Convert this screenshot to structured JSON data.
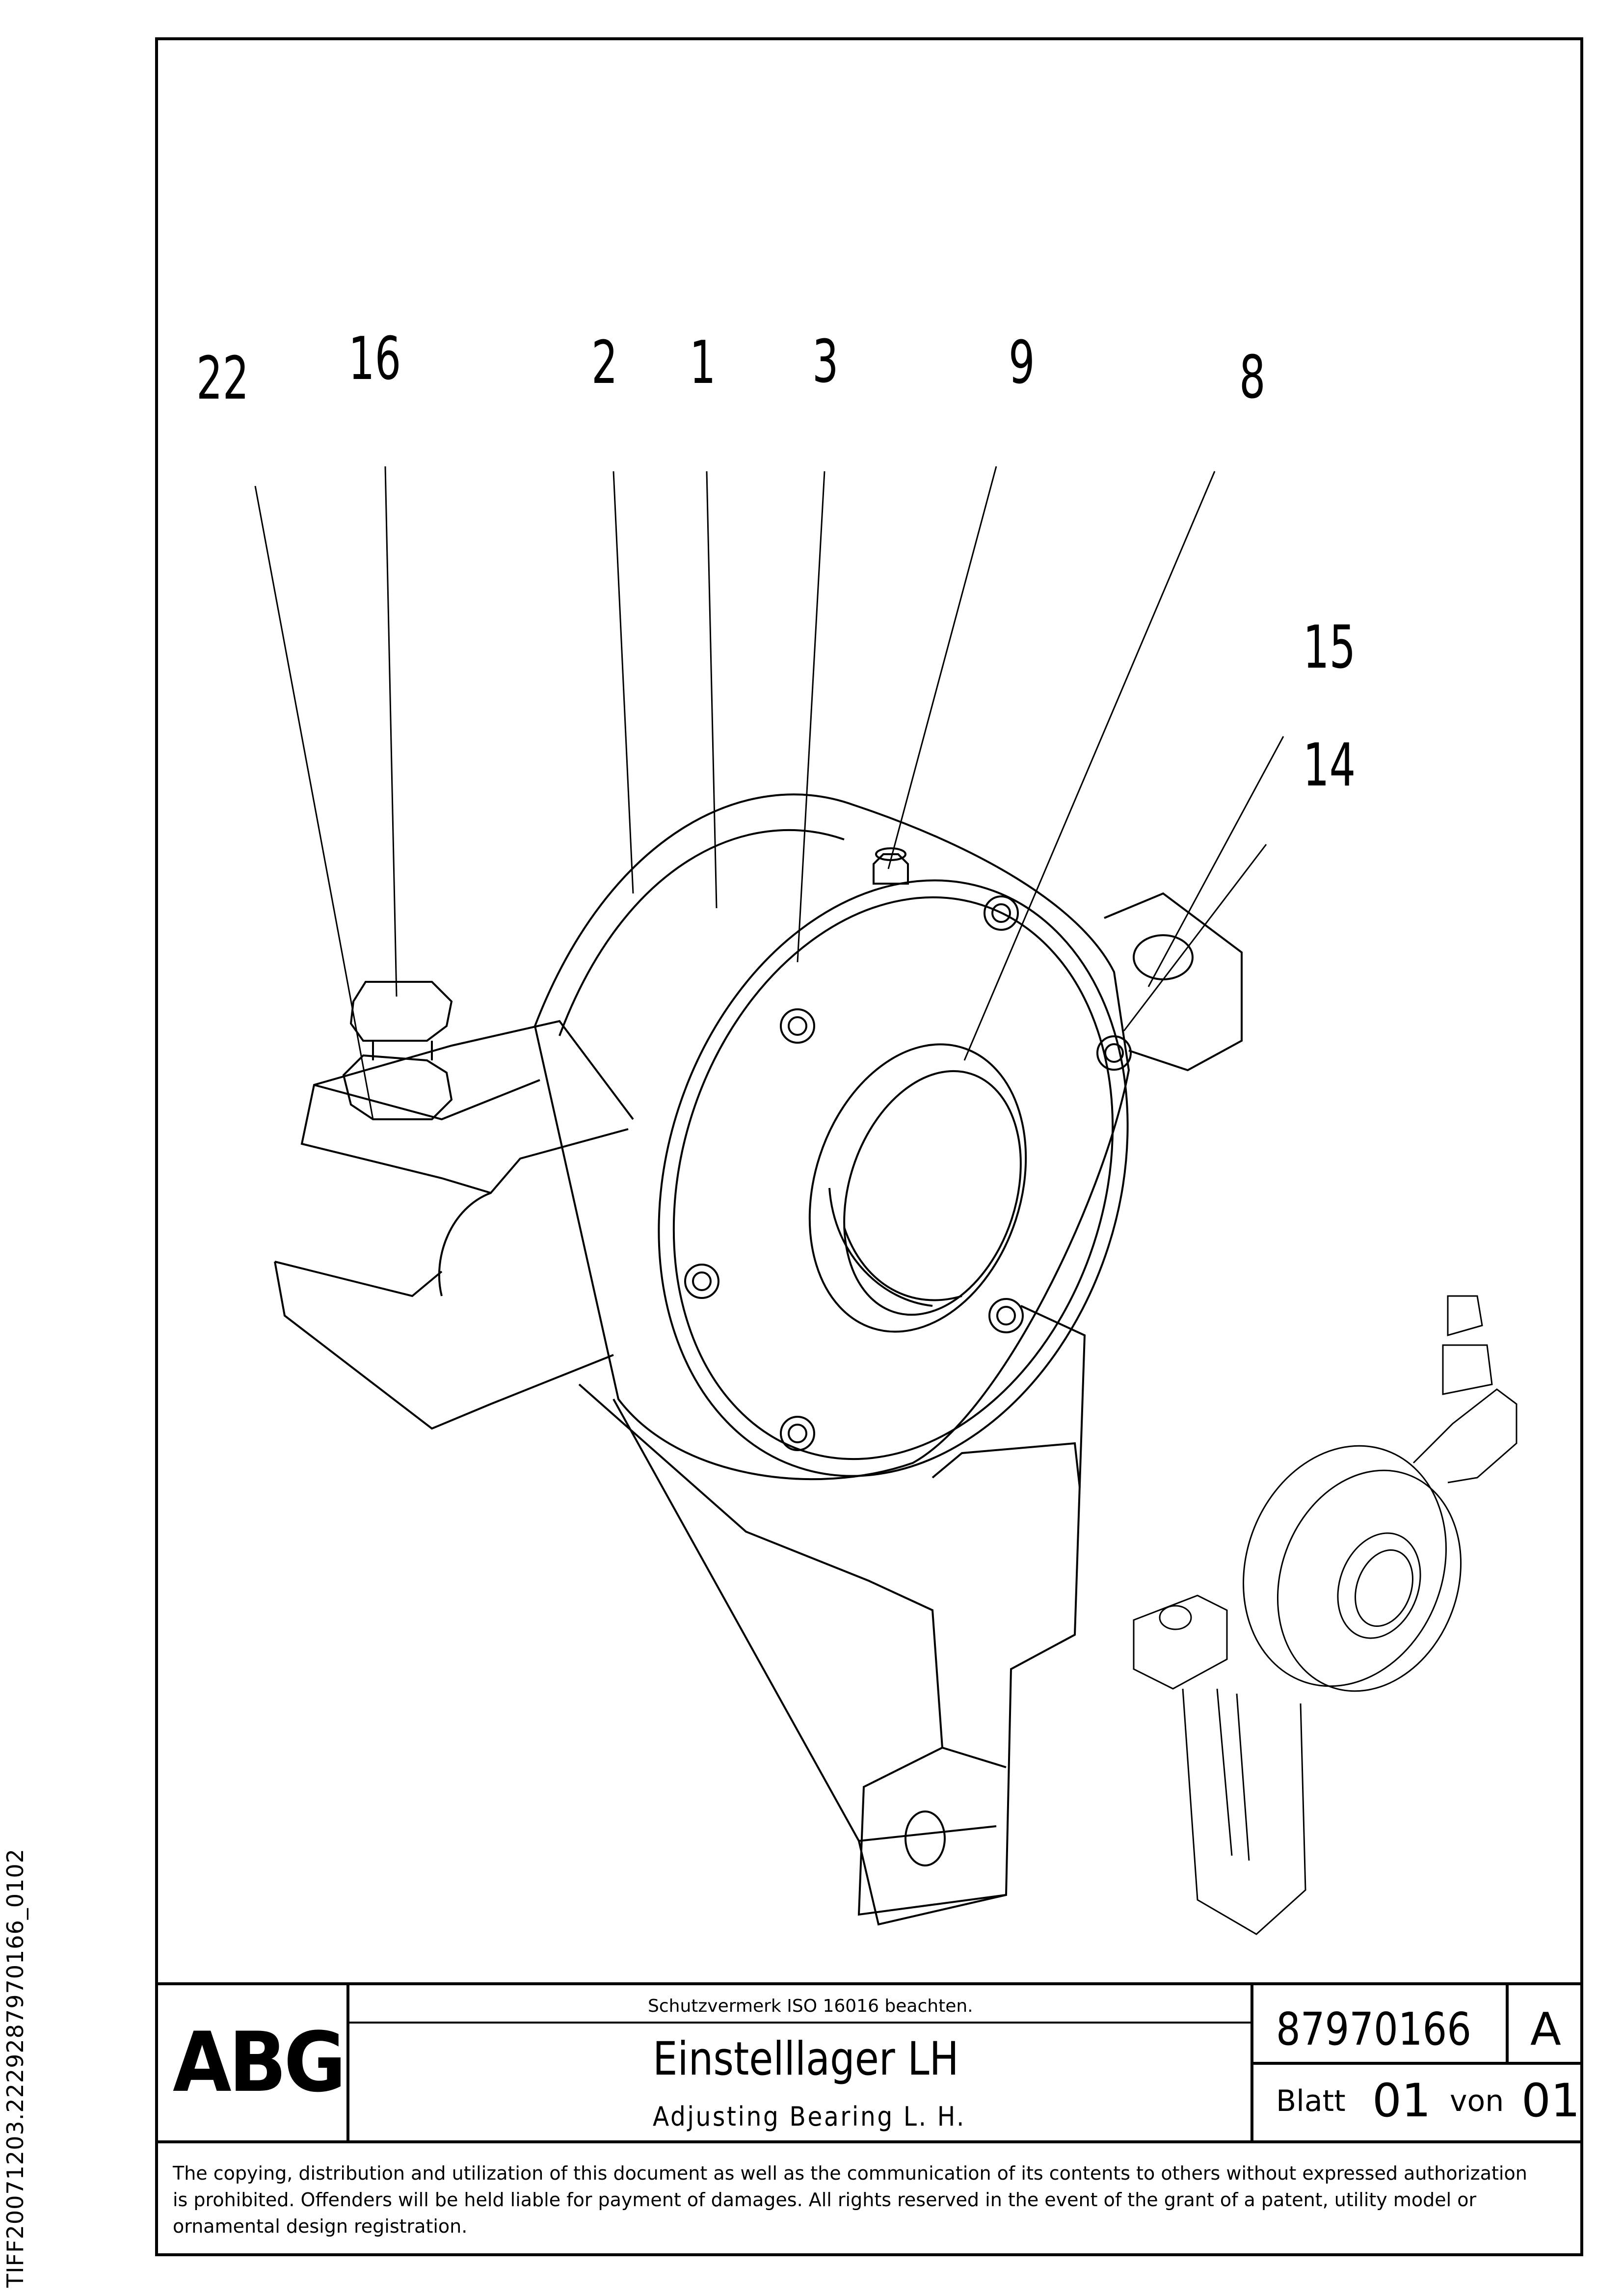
{
  "drawing": {
    "callouts": [
      "22",
      "16",
      "2",
      "1",
      "3",
      "9",
      "8",
      "15",
      "14"
    ]
  },
  "side_id": "TIFF20071203.2229287970166_0102",
  "title_block": {
    "logo": "ABG",
    "protection_note": "Schutzvermerk ISO 16016 beachten.",
    "title_de": "Einstelllager LH",
    "title_en": "Adjusting Bearing L. H.",
    "document_number": "87970166",
    "revision": "A",
    "sheet_label": "Blatt",
    "sheet_value": "01",
    "of_label": "von",
    "of_value": "01"
  },
  "copyright_lines": [
    "The copying, distribution and utilization of this document as well as the communication of its contents to others without expressed authorization",
    "is prohibited. Offenders will be held liable for payment of damages. All rights reserved in the event of the grant of a patent, utility model or",
    "ornamental design registration."
  ]
}
